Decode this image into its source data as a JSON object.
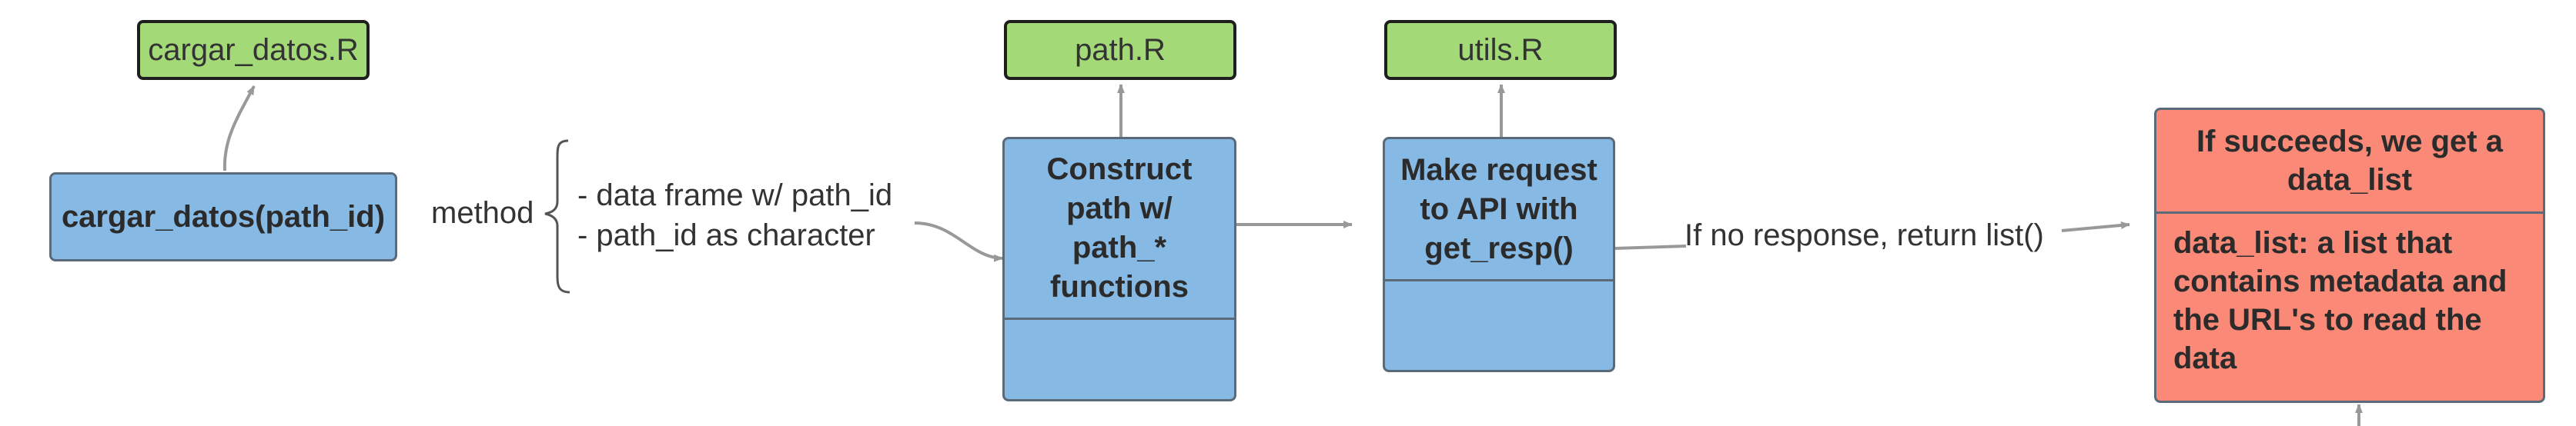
{
  "colors": {
    "file_box": "#a3d977",
    "process_box": "#86b9e4",
    "result_box": "#fa8a77",
    "arrow": "#999999",
    "text": "#333333"
  },
  "files": {
    "cargar_datos": "cargar_datos.R",
    "path": "path.R",
    "utils": "utils.R"
  },
  "function_box": "cargar_datos(path_id)",
  "method": {
    "label": "method",
    "options": [
      "- data frame w/ path_id",
      "- path_id as character"
    ]
  },
  "construct_box": {
    "title_lines": [
      "Construct",
      "path w/",
      "path_*",
      "functions"
    ]
  },
  "request_box": {
    "title_lines": [
      "Make request",
      "to API with",
      "get_resp()"
    ]
  },
  "no_response": "If no response, return list()",
  "result_box": {
    "header_lines": [
      "If succeeds, we get a",
      "data_list"
    ],
    "body_lines": [
      "data_list: a list that",
      "contains metadata and",
      "the URL's to read the",
      "data"
    ]
  }
}
